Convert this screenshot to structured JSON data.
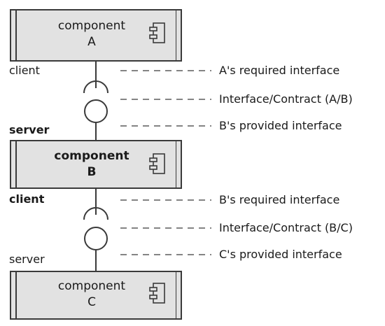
{
  "components": {
    "a": {
      "kind": "component",
      "name": "A"
    },
    "b": {
      "kind": "component",
      "name": "B"
    },
    "c": {
      "kind": "component",
      "name": "C"
    }
  },
  "roles": {
    "a_client": "client",
    "b_server": "server",
    "b_client": "client",
    "c_server": "server"
  },
  "labels": {
    "a_required": "A's required interface",
    "ab_contract": "Interface/Contract (A/B)",
    "b_provided": "B's provided interface",
    "b_required": "B's required interface",
    "bc_contract": "Interface/Contract (B/C)",
    "c_provided": "C's provided interface"
  },
  "colors": {
    "box_fill": "#e2e2e2",
    "stroke": "#3a3a3a"
  }
}
